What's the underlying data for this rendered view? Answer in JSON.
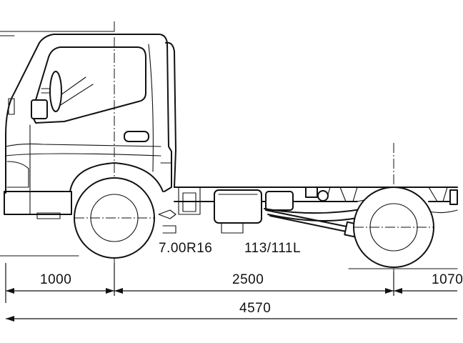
{
  "diagram": {
    "tire_spec": "7.00R16",
    "load_index": "113/111L",
    "dimensions": {
      "front_overhang": "1000",
      "wheelbase": "2500",
      "rear_overhang": "1070",
      "overall_length": "4570"
    }
  }
}
